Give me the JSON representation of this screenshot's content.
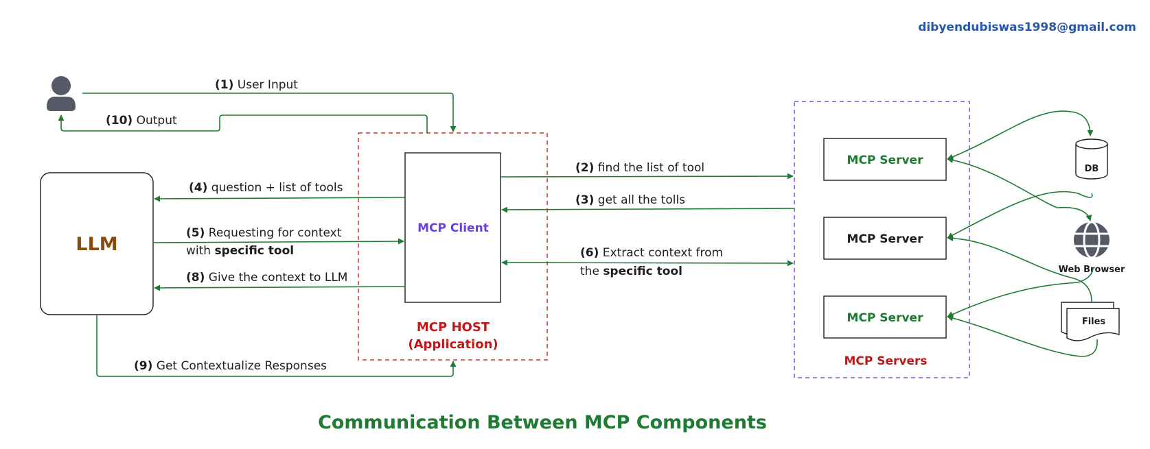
{
  "email": "dibyendubiswas1998@gmail.com",
  "title": "Communication Between MCP Components",
  "nodes": {
    "llm": "LLM",
    "mcp_client": "MCP Client",
    "mcp_host_line1": "MCP HOST",
    "mcp_host_line2": "(Application)",
    "server1": "MCP Server",
    "server2": "MCP Server",
    "server3": "MCP Server",
    "servers_group": "MCP Servers",
    "db": "DB",
    "web_browser": "Web Browser",
    "files": "Files"
  },
  "steps": {
    "s1_num": "(1)",
    "s1_text": "User Input",
    "s10_num": "(10)",
    "s10_text": "Output",
    "s2_num": "(2)",
    "s2_text": "find the list of tool",
    "s3_num": "(3)",
    "s3_text": "get all the tolls",
    "s4_num": "(4)",
    "s4_text": "question + list of tools",
    "s5_num": "(5)",
    "s5_text": "Requesting for context",
    "s5_line2_a": "with",
    "s5_line2_b": "specific tool",
    "s6_num": "(6)",
    "s6_text": "Extract context from",
    "s6_line2_a": "the",
    "s6_line2_b": "specific tool",
    "s8_num": "(8)",
    "s8_text": "Give the context to LLM",
    "s9_num": "(9)",
    "s9_text": "Get Contextualize Responses"
  },
  "colors": {
    "arrow": "#1f7a33",
    "host_border": "#d0302f",
    "servers_border": "#7b4fe6",
    "title": "#1f7a33",
    "email": "#2657ae",
    "llm_text": "#8a4a0b",
    "client_text": "#6a3ee0",
    "host_label": "#c01818",
    "icon": "#555a66"
  }
}
